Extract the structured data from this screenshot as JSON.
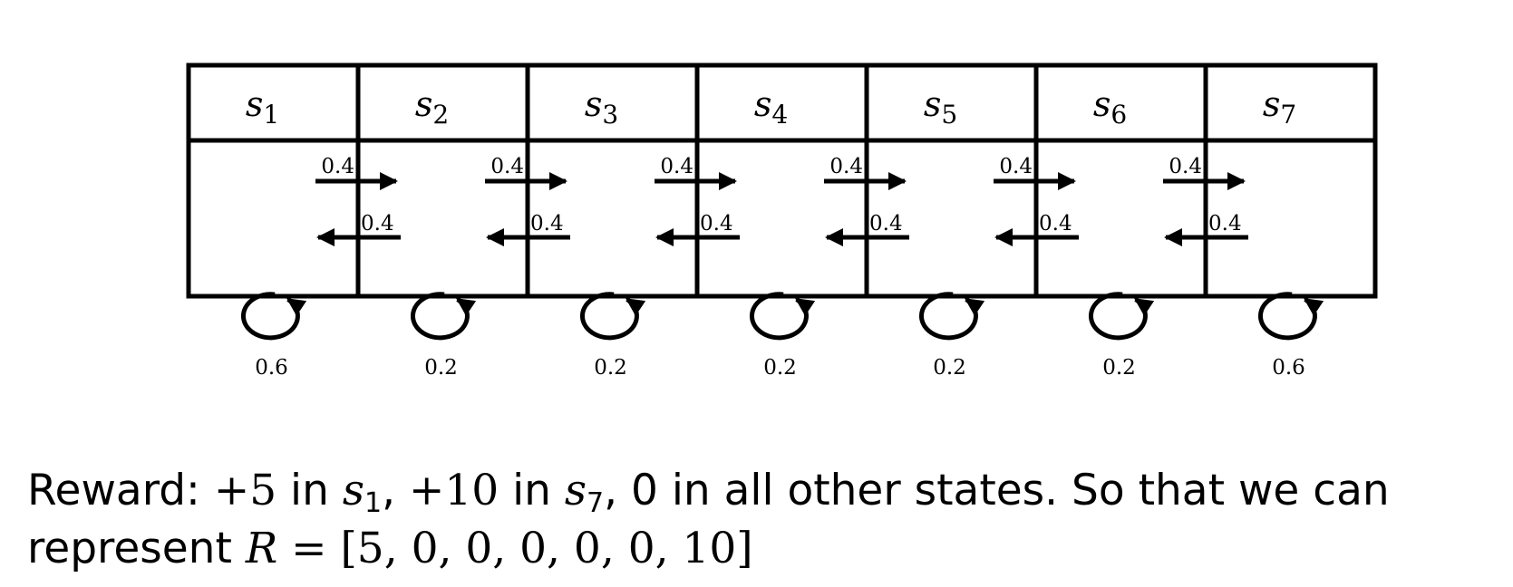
{
  "states": [
    {
      "name": "s",
      "sub": "1",
      "loop_prob": "0.6"
    },
    {
      "name": "s",
      "sub": "2",
      "loop_prob": "0.2"
    },
    {
      "name": "s",
      "sub": "3",
      "loop_prob": "0.2"
    },
    {
      "name": "s",
      "sub": "4",
      "loop_prob": "0.2"
    },
    {
      "name": "s",
      "sub": "5",
      "loop_prob": "0.2"
    },
    {
      "name": "s",
      "sub": "6",
      "loop_prob": "0.2"
    },
    {
      "name": "s",
      "sub": "7",
      "loop_prob": "0.6"
    }
  ],
  "transitions": {
    "right": [
      "0.4",
      "0.4",
      "0.4",
      "0.4",
      "0.4",
      "0.4"
    ],
    "left": [
      "0.4",
      "0.4",
      "0.4",
      "0.4",
      "0.4",
      "0.4"
    ]
  },
  "caption": {
    "line1_prefix": "Reward: ",
    "r1": "+5",
    "in1": " in ",
    "s1_name": "s",
    "s1_sub": "1",
    "comma1": ", ",
    "r7": "+10",
    "in7": " in ",
    "s7_name": "s",
    "s7_sub": "7",
    "line1_suffix": ", 0 in all other states. So that we can",
    "line2_prefix": "represent ",
    "R": "R",
    "eq": " = ",
    "vector": "[5, 0, 0, 0, 0, 0, 10]"
  }
}
